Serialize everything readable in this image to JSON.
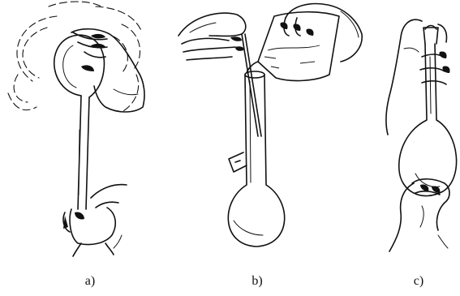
{
  "captions": {
    "a": "a)",
    "b": "b)",
    "c": "c)"
  },
  "icons": {
    "panel_a": "swirling-flask-illustration",
    "panel_b": "pouring-into-volumetric-flask-illustration",
    "panel_c": "inverting-volumetric-flask-illustration"
  },
  "colors": {
    "ink": "#111111",
    "background": "#ffffff"
  }
}
